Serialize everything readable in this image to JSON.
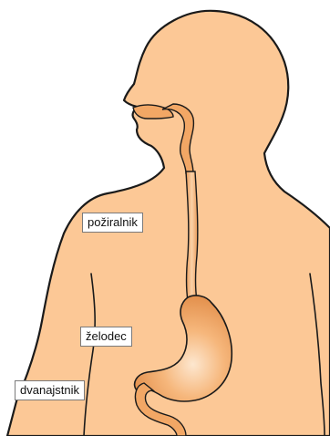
{
  "labels": {
    "esophagus": "požiralnik",
    "stomach": "želodec",
    "duodenum": "dvanajstnik"
  },
  "colors": {
    "skin": "#fcc896",
    "outline": "#1a1a1a",
    "organ": "#f2a765",
    "organ_light": "#fde3c6",
    "organ_dark": "#cf7a3a",
    "background": "#ffffff"
  }
}
